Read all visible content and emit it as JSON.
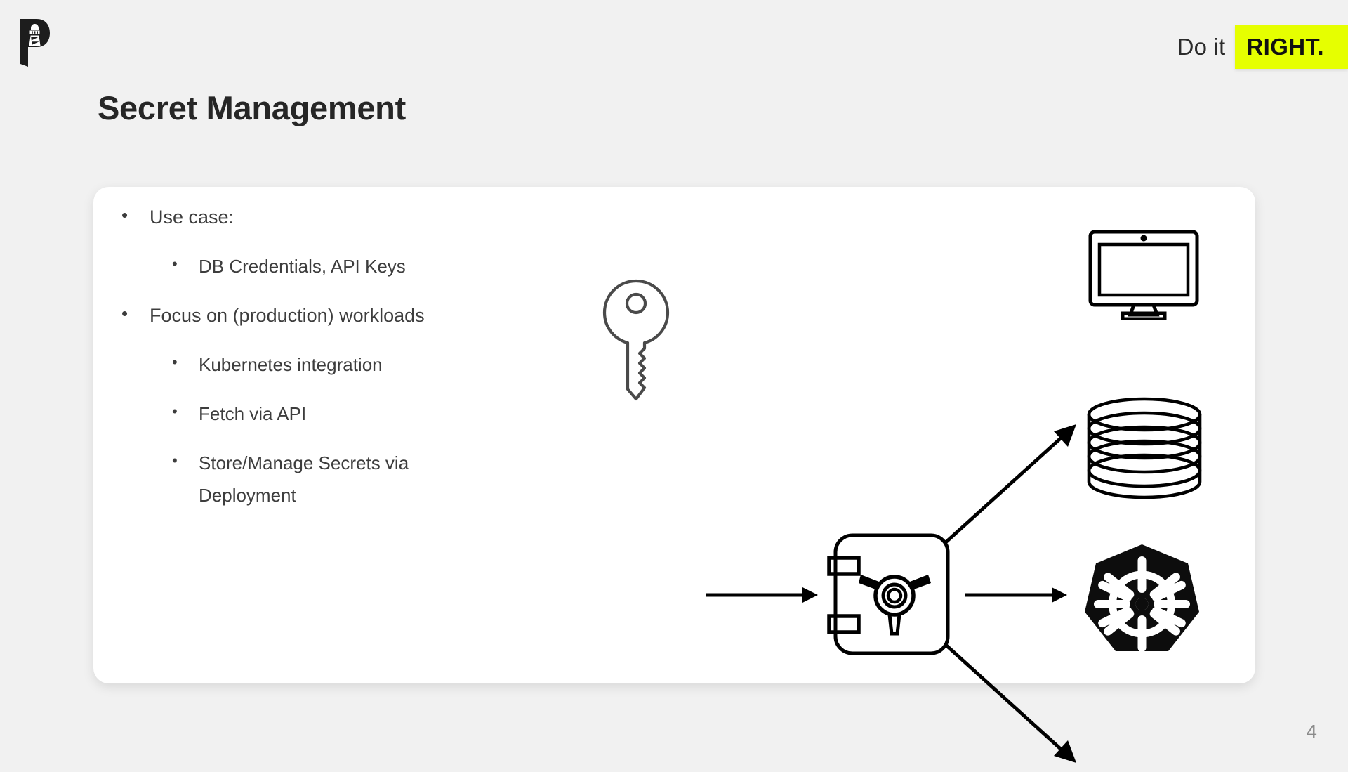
{
  "header": {
    "logo_name": "lighthouse-p-logo",
    "tagline_plain": "Do it",
    "tagline_highlight": "RIGHT.",
    "highlight_color": "#e6ff00"
  },
  "slide": {
    "title": "Secret Management",
    "page_number": "4"
  },
  "bullets": [
    {
      "level": 1,
      "marker": "•",
      "text": "Use case:"
    },
    {
      "level": 2,
      "marker": "•",
      "text": "DB Credentials, API Keys"
    },
    {
      "level": 1,
      "marker": "•",
      "text": "Focus on (production) workloads"
    },
    {
      "level": 2,
      "marker": "•",
      "text": "Kubernetes integration"
    },
    {
      "level": 2,
      "marker": "•",
      "text": "Fetch via API"
    },
    {
      "level": 2,
      "marker": "•",
      "text": "Store/Manage Secrets via Deployment"
    }
  ],
  "diagram": {
    "nodes": [
      {
        "id": "key",
        "icon": "key-icon",
        "label": ""
      },
      {
        "id": "vault",
        "icon": "safe-vault-icon",
        "label": ""
      },
      {
        "id": "monitor",
        "icon": "desktop-monitor-icon",
        "label": ""
      },
      {
        "id": "database",
        "icon": "database-cylinder-icon",
        "label": ""
      },
      {
        "id": "kubernetes",
        "icon": "kubernetes-logo-icon",
        "label": ""
      }
    ],
    "arrows": [
      {
        "from": "key",
        "to": "vault",
        "direction": "right"
      },
      {
        "from": "vault",
        "to": "monitor",
        "direction": "up-right"
      },
      {
        "from": "vault",
        "to": "database",
        "direction": "right"
      },
      {
        "from": "vault",
        "to": "kubernetes",
        "direction": "down-right"
      }
    ],
    "stroke_color": "#000000"
  }
}
